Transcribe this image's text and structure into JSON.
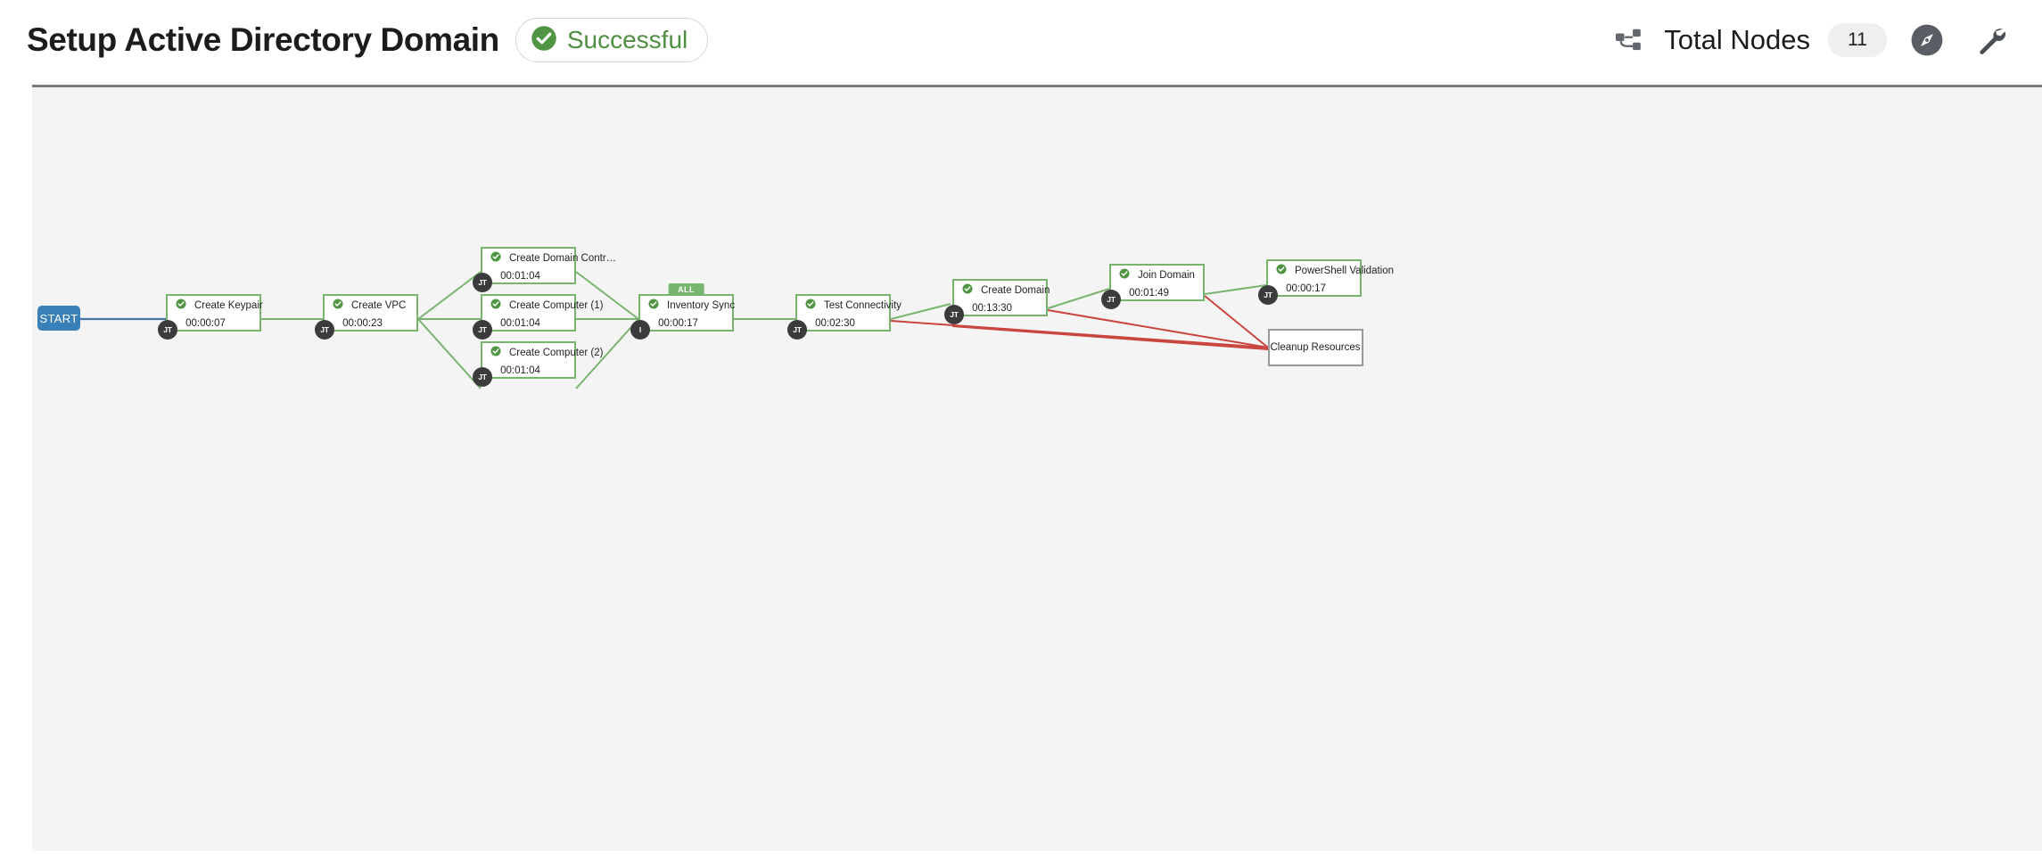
{
  "header": {
    "title": "Setup Active Directory Domain",
    "status": {
      "label": "Successful",
      "icon": "check-circle-icon",
      "color": "#4f8f41"
    },
    "sitemap_icon": "sitemap-icon",
    "total_nodes_label": "Total Nodes",
    "total_nodes_count": "11",
    "compass_icon": "compass-icon",
    "settings_icon": "wrench-icon"
  },
  "canvas": {
    "start_label": "START",
    "colors": {
      "success_edge": "#79b46f",
      "failure_edge": "#c9453d",
      "start_edge": "#4178a8",
      "node_border_success": "#79b46f",
      "node_border_skipped": "#9a9a9a",
      "start_fill": "#3a80b8",
      "background": "#f4f4f4"
    },
    "nodes": [
      {
        "id": "create-keypair",
        "title": "Create Keypair",
        "elapsed": "00:00:07",
        "badge": "JT",
        "status": "success",
        "all_badge": ""
      },
      {
        "id": "create-vpc",
        "title": "Create VPC",
        "elapsed": "00:00:23",
        "badge": "JT",
        "status": "success",
        "all_badge": ""
      },
      {
        "id": "create-domain-controller",
        "title": "Create Domain Contr…",
        "elapsed": "00:01:04",
        "badge": "JT",
        "status": "success",
        "all_badge": ""
      },
      {
        "id": "create-computer-1",
        "title": "Create Computer (1)",
        "elapsed": "00:01:04",
        "badge": "JT",
        "status": "success",
        "all_badge": ""
      },
      {
        "id": "create-computer-2",
        "title": "Create Computer (2)",
        "elapsed": "00:01:04",
        "badge": "JT",
        "status": "success",
        "all_badge": ""
      },
      {
        "id": "inventory-sync",
        "title": "Inventory Sync",
        "elapsed": "00:00:17",
        "badge": "I",
        "status": "success",
        "all_badge": "ALL"
      },
      {
        "id": "test-connectivity",
        "title": "Test Connectivity",
        "elapsed": "00:02:30",
        "badge": "JT",
        "status": "success",
        "all_badge": ""
      },
      {
        "id": "create-domain",
        "title": "Create Domain",
        "elapsed": "00:13:30",
        "badge": "JT",
        "status": "success",
        "all_badge": ""
      },
      {
        "id": "join-domain",
        "title": "Join Domain",
        "elapsed": "00:01:49",
        "badge": "JT",
        "status": "success",
        "all_badge": ""
      },
      {
        "id": "powershell-validation",
        "title": "PowerShell Validation",
        "elapsed": "00:00:17",
        "badge": "JT",
        "status": "success",
        "all_badge": ""
      },
      {
        "id": "cleanup-resources",
        "title": "Cleanup Resources",
        "elapsed": "",
        "badge": "",
        "status": "skipped",
        "all_badge": ""
      }
    ]
  }
}
